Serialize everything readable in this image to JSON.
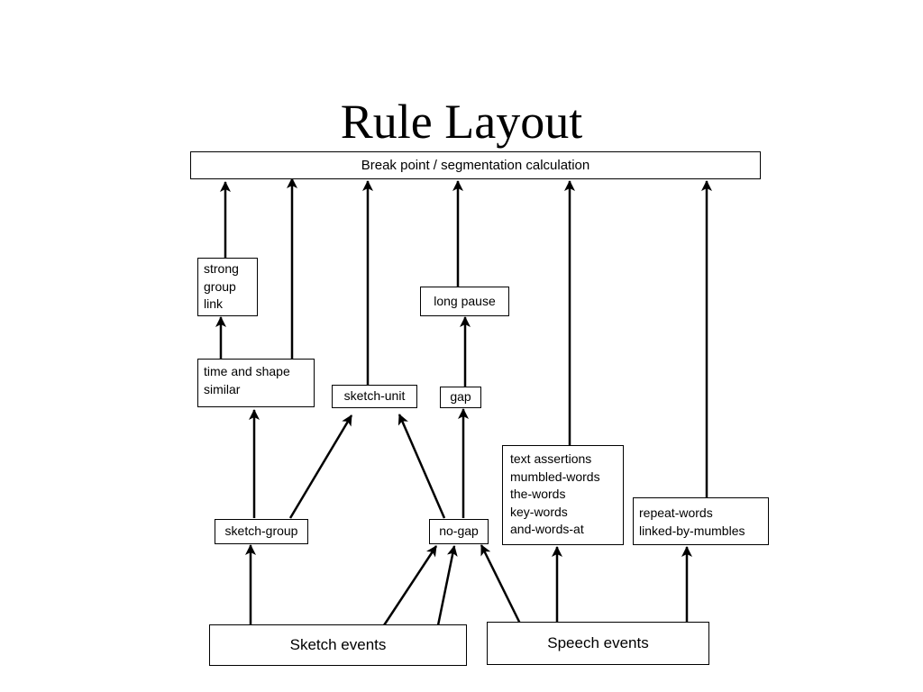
{
  "title": "Rule Layout",
  "nodes": {
    "breakpoint": "Break point / segmentation calculation",
    "strong_group_link": [
      "strong",
      "group",
      "link"
    ],
    "long_pause": "long pause",
    "time_and_shape": [
      "time and shape",
      "similar"
    ],
    "sketch_unit": "sketch-unit",
    "gap": "gap",
    "text_assertions": [
      "text assertions",
      "mumbled-words",
      "the-words",
      "key-words",
      "and-words-at"
    ],
    "repeat_words": [
      "repeat-words",
      "linked-by-mumbles"
    ],
    "sketch_group": "sketch-group",
    "no_gap": "no-gap",
    "sketch_events": "Sketch events",
    "speech_events": "Speech events"
  }
}
